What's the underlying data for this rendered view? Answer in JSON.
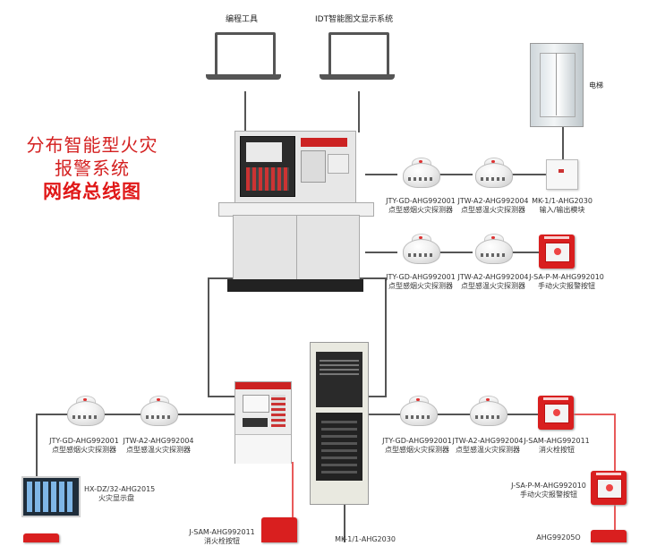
{
  "title": {
    "line1": "分布智能型火灾",
    "line2": "报警系统",
    "line3": "网络总线图"
  },
  "computers": {
    "programming_tool": "编程工具",
    "idt_display": "IDT智能图文显示系统"
  },
  "elevator": {
    "label": "电梯"
  },
  "row1": {
    "smoke_model": "JTY-GD-AHG992001",
    "smoke_desc": "点型感烟火灾探测器",
    "heat_model": "JTW-A2-AHG992004",
    "heat_desc": "点型感温火灾探测器",
    "module_model": "MK-1/1-AHG2030",
    "module_desc": "输入/输出模块"
  },
  "row2": {
    "smoke_model": "JTY-GD-AHG992001",
    "smoke_desc": "点型感烟火灾探测器",
    "heat_model": "JTW-A2-AHG992004",
    "heat_desc": "点型感温火灾探测器",
    "button_model": "J-SA-P-M-AHG992010",
    "button_desc": "手动火灾报警按钮"
  },
  "left_row": {
    "smoke_model": "JTY-GD-AHG992001",
    "smoke_desc": "点型感烟火灾探测器",
    "heat_model": "JTW-A2-AHG992004",
    "heat_desc": "点型感温火灾探测器"
  },
  "right_row": {
    "smoke_model": "JTY-GD-AHG992001",
    "smoke_desc": "点型感烟火灾探测器",
    "heat_model": "JTW-A2-AHG992004",
    "heat_desc": "点型感温火灾探测器",
    "hydrant_model": "J-SAM-AHG992011",
    "hydrant_desc": "消火栓按钮"
  },
  "right_col": {
    "button_model": "J-SA-P-M-AHG992010",
    "button_desc": "手动火灾报警按钮",
    "bottom_model": "AHG99205O"
  },
  "display_panel": {
    "model": "HX-DZ/32-AHG2015",
    "desc": "火灾显示盘"
  },
  "bottom": {
    "hydrant_model": "J-SAM-AHG992011",
    "hydrant_desc": "消火栓按钮",
    "module_model": "MK-1/1-AHG2030"
  },
  "colors": {
    "accent": "#d42020",
    "bus_line": "#555555",
    "bus_line_red": "#e85a5a"
  }
}
